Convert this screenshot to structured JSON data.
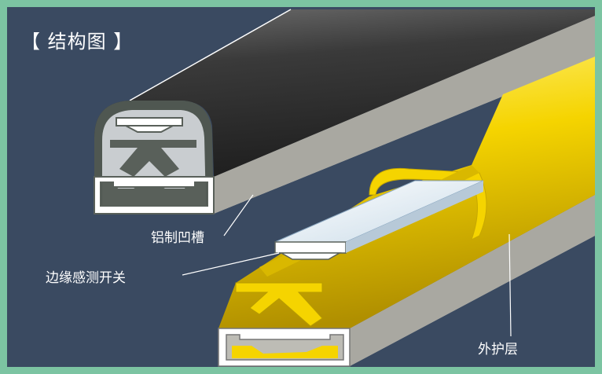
{
  "title": "【 结构图 】",
  "labels": {
    "aluminum_groove": "铝制凹槽",
    "edge_switch": "边缘感测开关",
    "outer_cover": "外护层"
  },
  "colors": {
    "background": "#3a4a61",
    "border": "#7cc4a2",
    "cover_dark": "#2b2b2b",
    "cover_yellow": "#f3d100",
    "aluminum": "#d9d9d4",
    "core_gray": "#59605a"
  }
}
